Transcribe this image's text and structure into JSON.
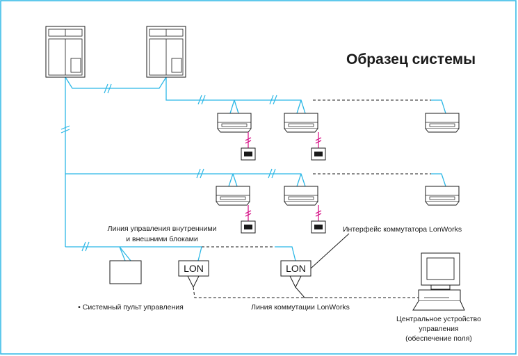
{
  "title": "Образец системы",
  "labels": {
    "control_line": [
      "Линия управления внутренними",
      "и внешними блоками"
    ],
    "lonworks_interface": "Интерфейс коммутатора LonWorks",
    "system_controller": "• Системный пульт управления",
    "lonworks_line": "Линия коммутации LonWorks",
    "central_device": [
      "Центральное устройство",
      "управления",
      "(обеспечение поля)"
    ]
  },
  "lon_boxes": [
    "LON",
    "LON"
  ],
  "colors": {
    "frame": "#2bb7e6",
    "refrigerant_line": "#2bb7e6",
    "remote_line": "#d81b8c"
  },
  "icons": [
    "outdoor-unit-icon",
    "indoor-unit-icon",
    "remote-controller-icon",
    "computer-icon"
  ]
}
